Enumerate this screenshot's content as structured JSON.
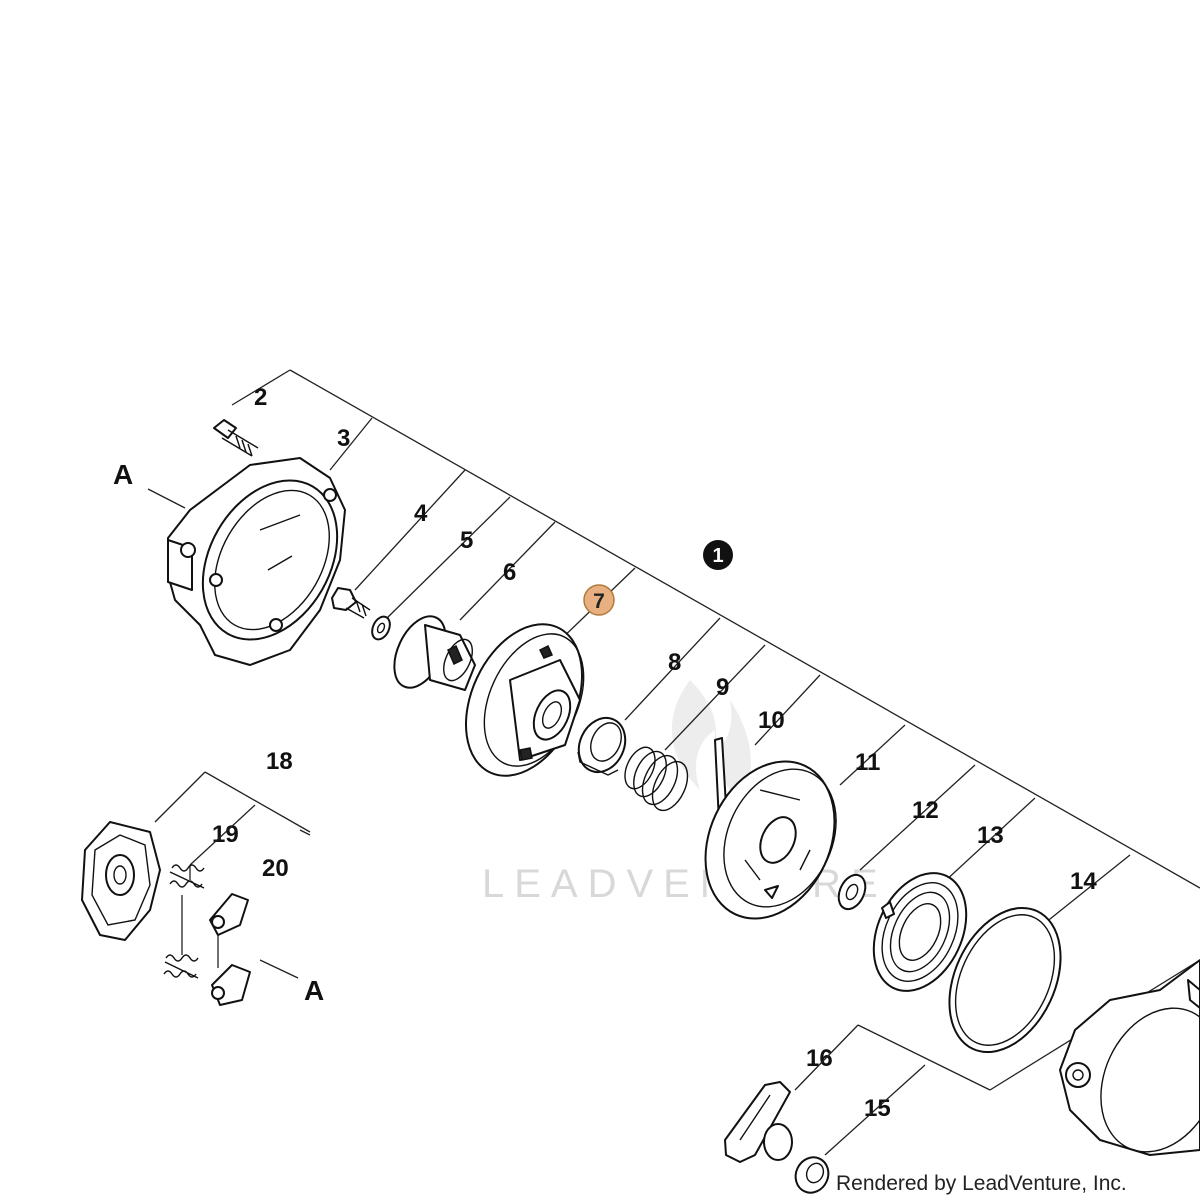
{
  "diagram": {
    "callouts": {
      "c2": "2",
      "c3": "3",
      "c4": "4",
      "c5": "5",
      "c6": "6",
      "c7": "7",
      "c8": "8",
      "c9": "9",
      "c10": "10",
      "c11": "11",
      "c12": "12",
      "c13": "13",
      "c14": "14",
      "c15": "15",
      "c16": "16",
      "c18": "18",
      "c19": "19",
      "c20": "20"
    },
    "assembly_marker": "1",
    "reference_label_top": "A",
    "reference_label_bottom": "A",
    "highlight_color": "#e8b080"
  },
  "watermark": "LEADVENTURE",
  "footer": "Rendered by LeadVenture, Inc."
}
